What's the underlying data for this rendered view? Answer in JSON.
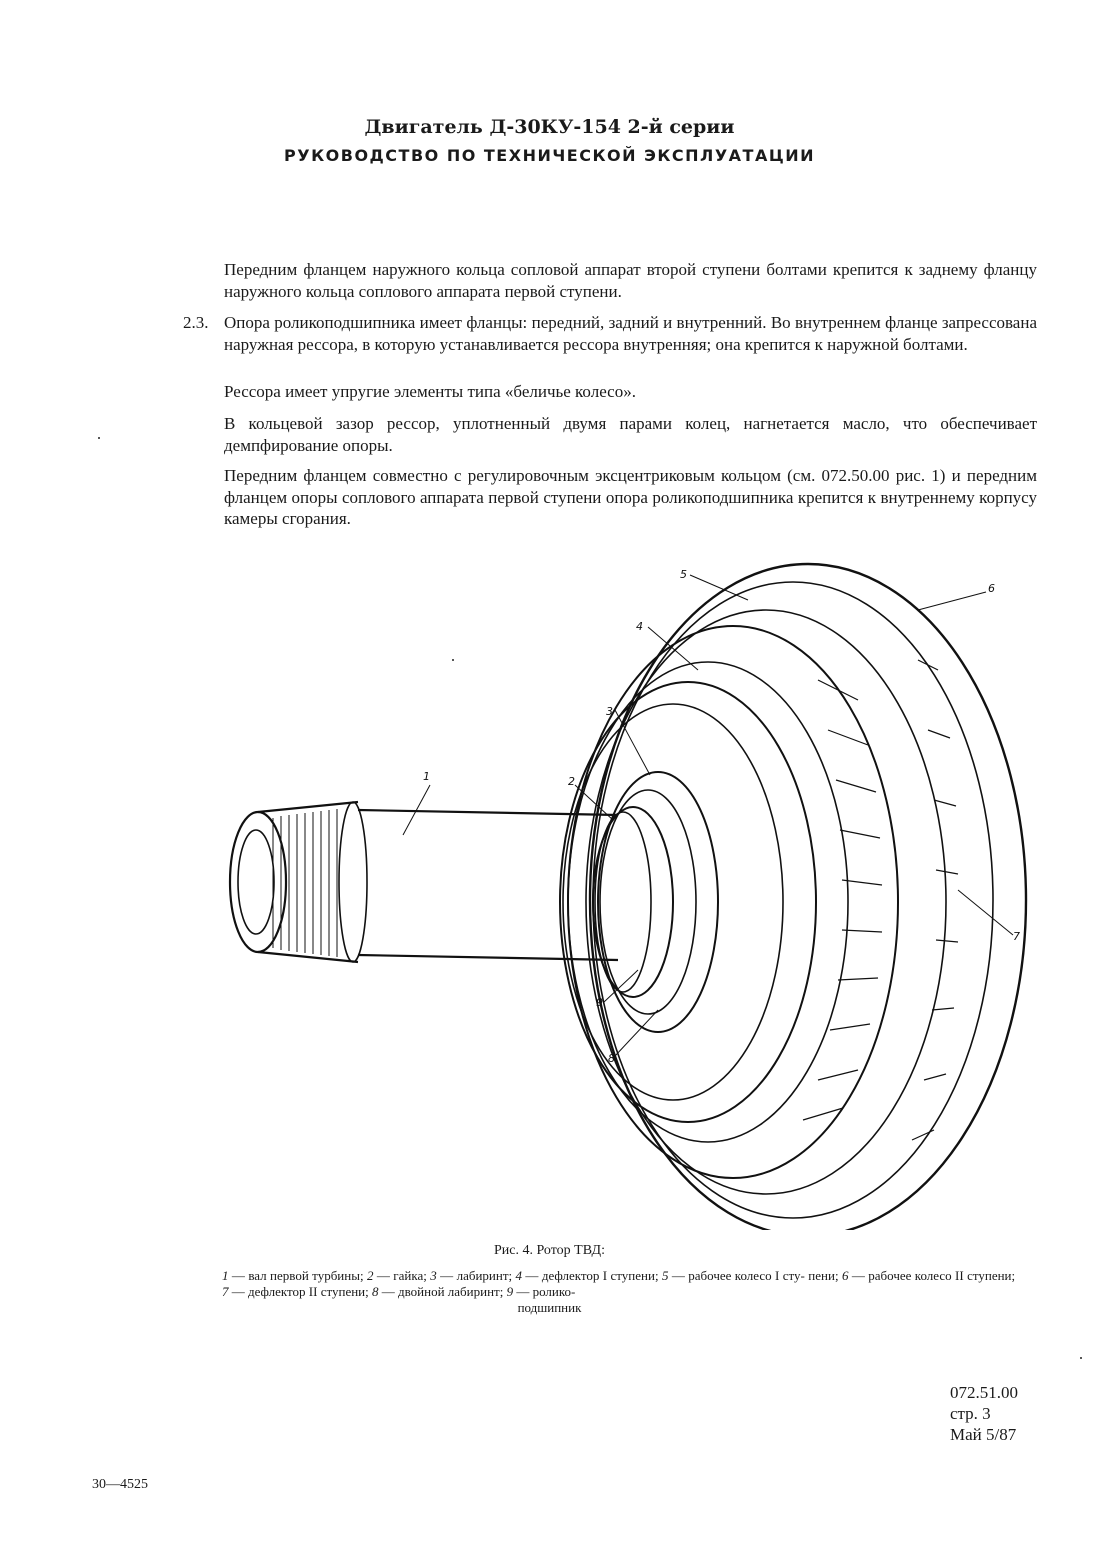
{
  "header": {
    "line1": "Двигатель Д-30КУ-154 2-й серии",
    "line2": "РУКОВОДСТВО ПО ТЕХНИЧЕСКОЙ ЭКСПЛУАТАЦИИ"
  },
  "body": {
    "p1": "Передним фланцем наружного кольца сопловой аппарат второй ступени болтами крепится к заднему фланцу наружного кольца соплового аппарата первой ступени.",
    "section_number": "2.3.",
    "p2": "Опора роликоподшипника имеет фланцы: передний, задний и внутренний. Во внутреннем фланце запрессована наружная рессора, в которую устанавливается рессора внутренняя; она крепится к наружной болтами.",
    "p3": "Рессора имеет упругие элементы типа «беличье колесо».",
    "p4": "В кольцевой зазор рессор, уплотненный двумя парами колец, нагнетается масло, что обеспечивает демпфирование опоры.",
    "p5": "Передним фланцем совместно с регулировочным эксцентриковым кольцом (см. 072.50.00 рис. 1) и передним фланцем опоры соплового аппарата первой ступени опора роликоподшипника крепится к внутреннему корпусу камеры сгорания."
  },
  "figure": {
    "callouts": [
      "1",
      "2",
      "3",
      "4",
      "5",
      "6",
      "7",
      "8",
      "9"
    ],
    "caption_title": "Рис. 4. Ротор ТВД:",
    "legend": [
      {
        "num": "1",
        "text": "вал первой турбины;"
      },
      {
        "num": "2",
        "text": "гайка;"
      },
      {
        "num": "3",
        "text": "лабиринт;"
      },
      {
        "num": "4",
        "text": "дефлектор I ступени;"
      },
      {
        "num": "5",
        "text": "рабочее колесо I сту-"
      },
      {
        "num": "",
        "text": "пени;"
      },
      {
        "num": "6",
        "text": "рабочее колесо II ступени;"
      },
      {
        "num": "7",
        "text": "дефлектор II ступени;"
      },
      {
        "num": "8",
        "text": "двойной лабиринт;"
      },
      {
        "num": "9",
        "text": "ролико-"
      }
    ],
    "legend_last": "подшипник"
  },
  "footer": {
    "doc_code": "072.51.00",
    "page": "стр. 3",
    "date": "Май 5/87",
    "print_code": "30—4525"
  }
}
